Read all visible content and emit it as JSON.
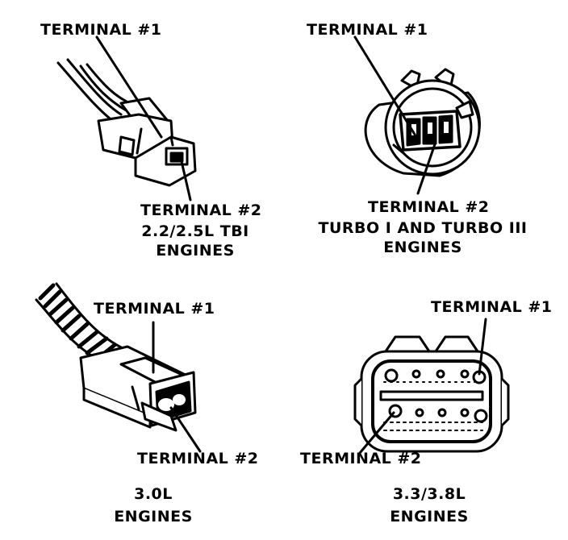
{
  "panels": {
    "top_left": {
      "terminal1": "TERMINAL #1",
      "terminal2": "TERMINAL #2",
      "caption_line1": "2.2/2.5L TBI",
      "caption_line2": "ENGINES"
    },
    "top_right": {
      "terminal1": "TERMINAL #1",
      "terminal2": "TERMINAL #2",
      "caption_line1": "TURBO I AND TURBO III",
      "caption_line2": "ENGINES"
    },
    "bottom_left": {
      "terminal1": "TERMINAL #1",
      "terminal2": "TERMINAL #2",
      "caption_line1": "3.0L",
      "caption_line2": "ENGINES"
    },
    "bottom_right": {
      "terminal1": "TERMINAL #1",
      "terminal2": "TERMINAL #2",
      "caption_line1": "3.3/3.8L",
      "caption_line2": "ENGINES"
    }
  },
  "colors": {
    "ink": "#000000",
    "paper": "#ffffff"
  }
}
